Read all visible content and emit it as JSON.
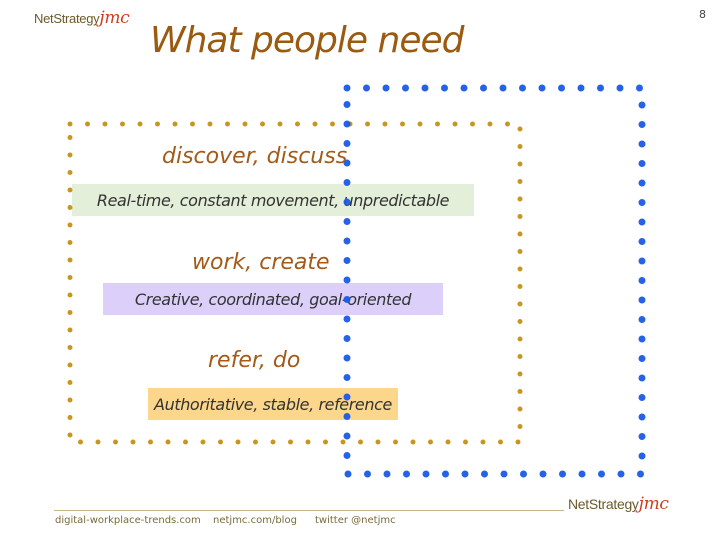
{
  "logo": {
    "name": "NetStrategy",
    "mark": "jmc"
  },
  "page_number": "8",
  "title": "What people need",
  "sections": [
    {
      "verb": "discover, discuss",
      "description": "Real-time, constant movement, unpredictable",
      "color": "#e3efd9"
    },
    {
      "verb": "work, create",
      "description": "Creative, coordinated, goal-oriented",
      "color": "#dcd0fb"
    },
    {
      "verb": "refer, do",
      "description": "Authoritative, stable, reference",
      "color": "#fcd68a"
    }
  ],
  "footer": {
    "links": [
      "digital-workplace-trends.com",
      "netjmc.com/blog",
      "twitter @netjmc"
    ]
  },
  "colors": {
    "gold_dots": "#c8961e",
    "blue_dots": "#1a5ae6",
    "title": "#9a5a10"
  }
}
